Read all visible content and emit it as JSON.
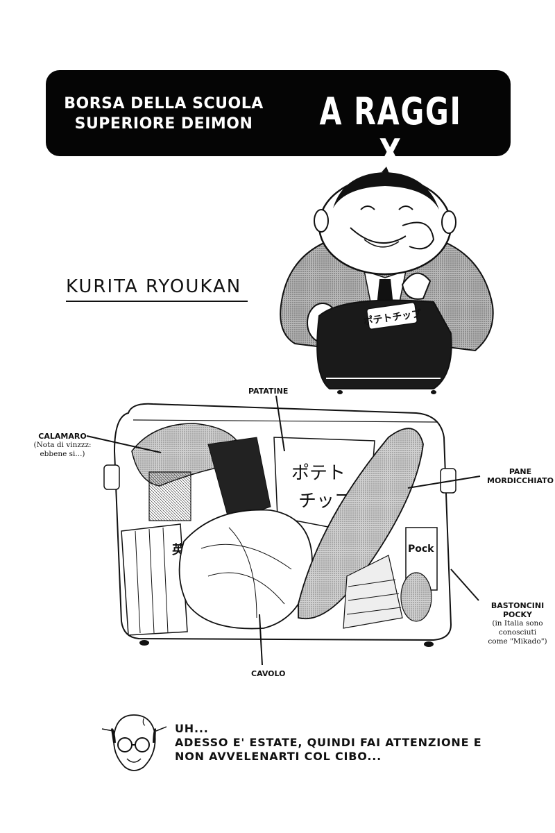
{
  "header": {
    "subtitle_line1": "BORSA DELLA SCUOLA",
    "subtitle_line2": "SUPERIORE DEIMON",
    "title": "A RAGGI X"
  },
  "character": {
    "name": "KURITA RYOUKAN"
  },
  "bag_labels": {
    "patatine": "PATATINE",
    "calamaro": "CALAMARO",
    "calamaro_note_line1": "(Nota di vinzzz:",
    "calamaro_note_line2": "ebbene si...)",
    "pane_line1": "PANE",
    "pane_line2": "MORDICCHIATO",
    "bastoncini_line1": "BASTONCINI",
    "bastoncini_line2": "POCKY",
    "bastoncini_note_line1": "(in Italia sono",
    "bastoncini_note_line2": "conosciuti",
    "bastoncini_note_line3": "come \"Mikado\")",
    "cavolo": "CAVOLO"
  },
  "dialogue": {
    "line1": "UH...",
    "line2": "ADESSO E' ESTATE, QUINDI FAI ATTENZIONE E",
    "line3": "NON AVVELENARTI COL CIBO..."
  },
  "colors": {
    "ink": "#111111",
    "paper": "#ffffff",
    "tone": "#9a9a9a"
  }
}
